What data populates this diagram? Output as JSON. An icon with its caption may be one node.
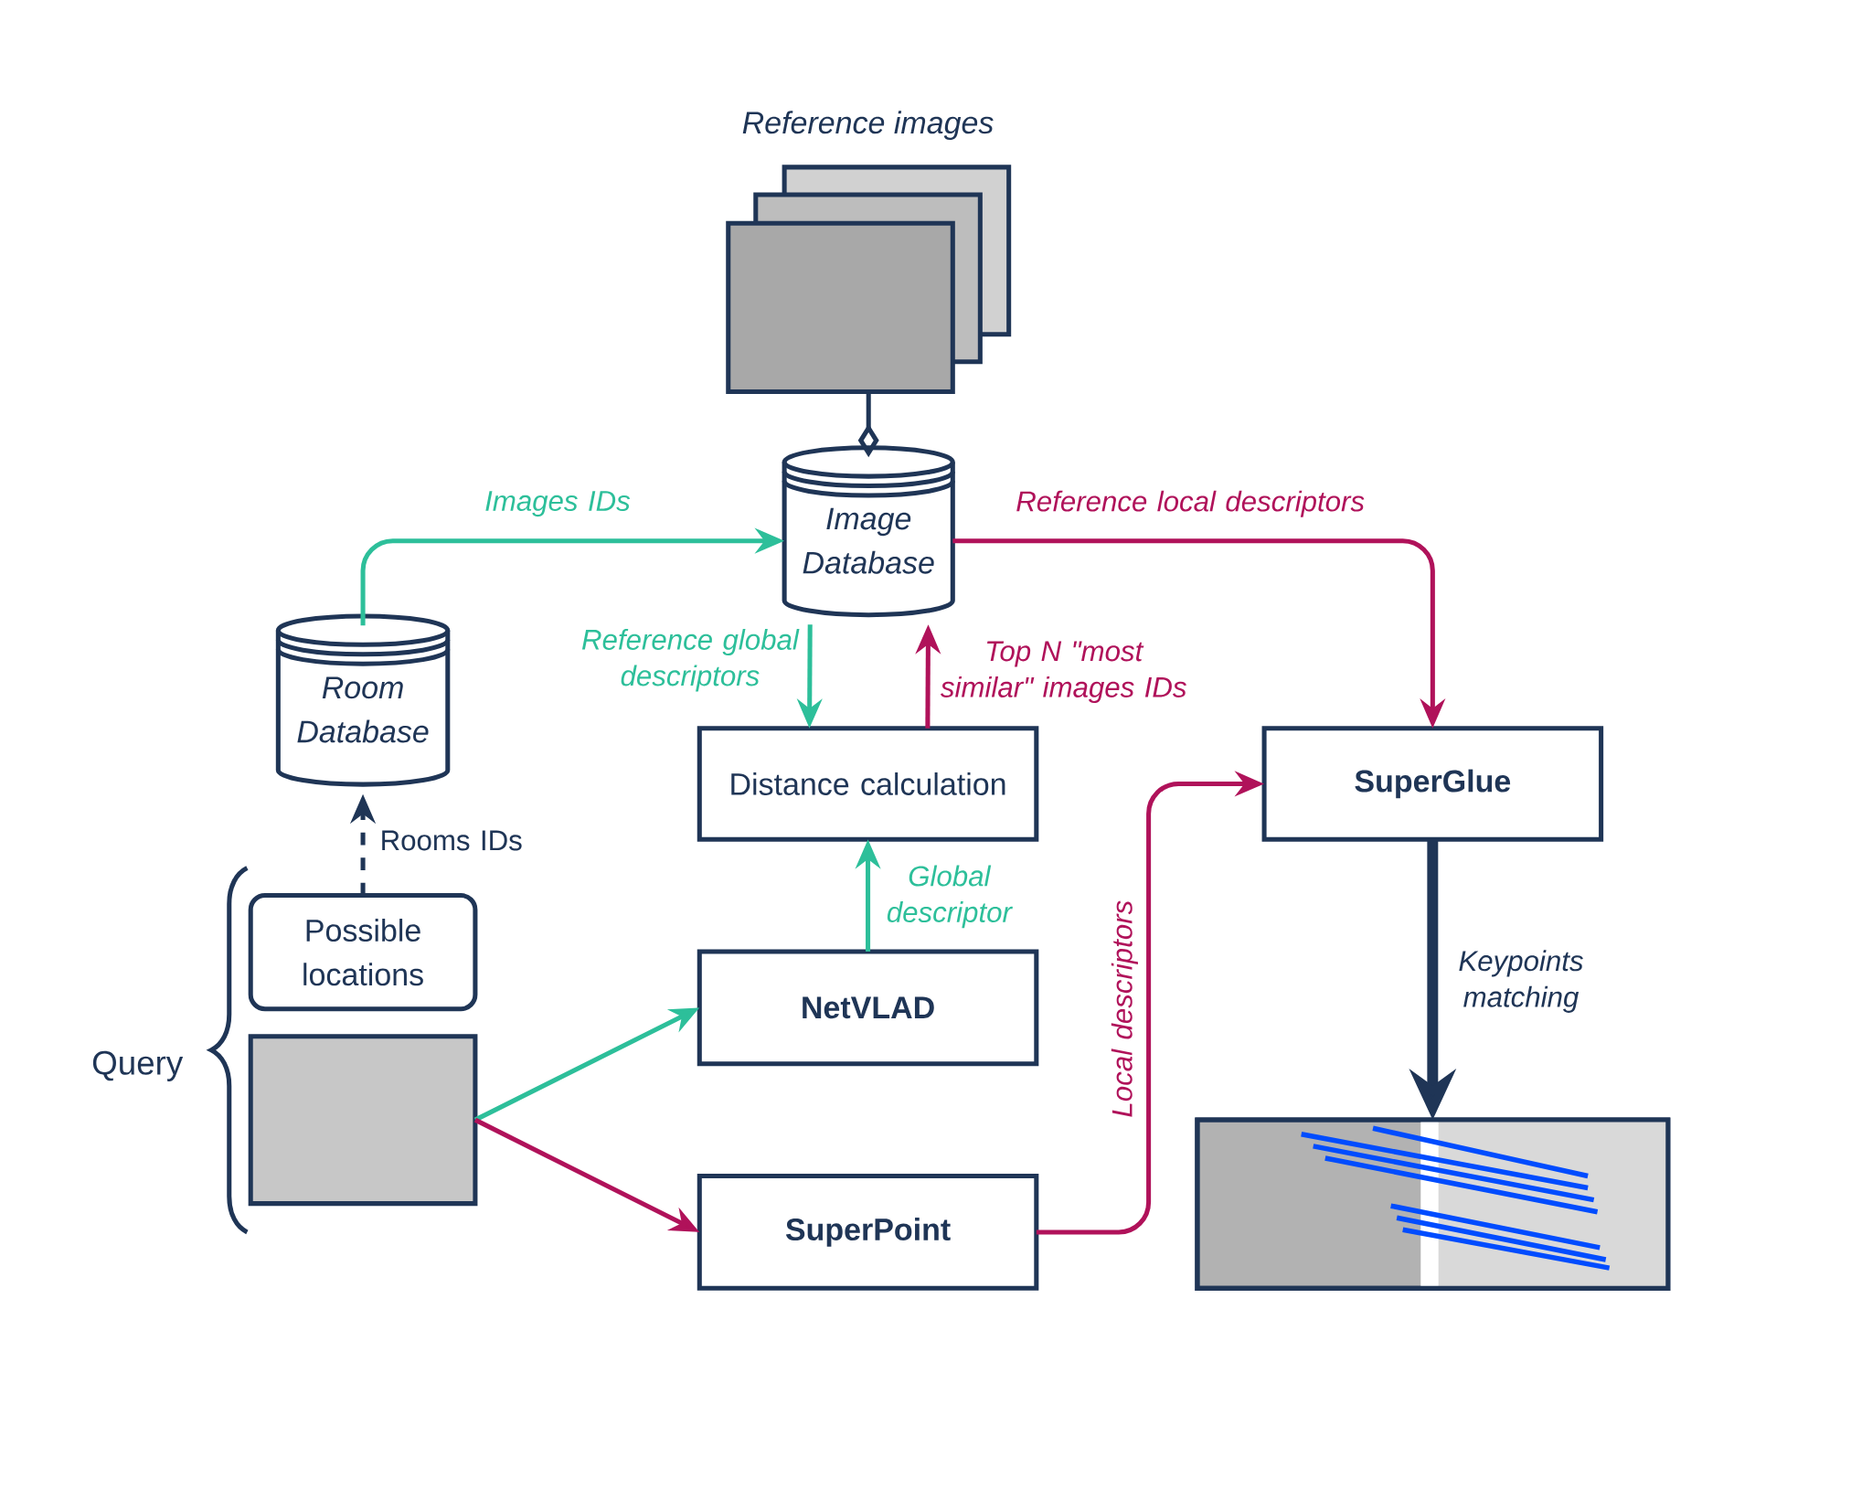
{
  "diagram": {
    "nodes": [
      {
        "text": [
          "Reference images"
        ]
      },
      {
        "text": [
          "Image Database"
        ]
      },
      {
        "text": [
          "Room Database"
        ]
      },
      {
        "text": [
          "Possible locations"
        ]
      },
      {
        "text": [],
        "shape": "box"
      },
      {
        "text": [
          "Distance calculation"
        ]
      },
      {
        "text": [
          "NetVLAD"
        ]
      },
      {
        "text": [
          "SuperPoint"
        ]
      },
      {
        "text": [
          "SuperGlue"
        ]
      },
      {
        "text": [],
        "shape": "picture"
      }
    ],
    "edges": [
      {
        "from": 0,
        "to": 1,
        "arrow": "other",
        "color": "#1f3556"
      },
      {
        "from": 2,
        "to": 1,
        "arrow": "to",
        "label": "Images IDs",
        "color": "#2dbf9a"
      },
      {
        "from": 1,
        "to": 5,
        "arrow": "to",
        "label": "Reference global descriptors",
        "color": "#2dbf9a"
      },
      {
        "from": 5,
        "to": 1,
        "arrow": "to",
        "label": "Top N \"most similar\" images IDs",
        "color": "#b0125a"
      },
      {
        "from": 1,
        "to": 8,
        "arrow": "to",
        "label": "Reference local descriptors",
        "color": "#b0125a"
      },
      {
        "from": 3,
        "to": 2,
        "arrow": "to",
        "label": "Rooms IDs",
        "style": "dashed",
        "color": "#1f3556"
      },
      {
        "from": 4,
        "to": 6,
        "arrow": "to",
        "color": "#2dbf9a"
      },
      {
        "from": 4,
        "to": 7,
        "arrow": "to",
        "color": "#b0125a"
      },
      {
        "from": 6,
        "to": 5,
        "arrow": "to",
        "label": "Global descriptor",
        "color": "#2dbf9a"
      },
      {
        "from": 7,
        "to": 8,
        "arrow": "to",
        "label": "Local descriptors",
        "color": "#b0125a"
      },
      {
        "from": 8,
        "to": 9,
        "arrow": "to",
        "label": "Keypoints matching",
        "style": "thick",
        "color": "#1f3556"
      }
    ],
    "labels": [
      "Query"
    ]
  }
}
